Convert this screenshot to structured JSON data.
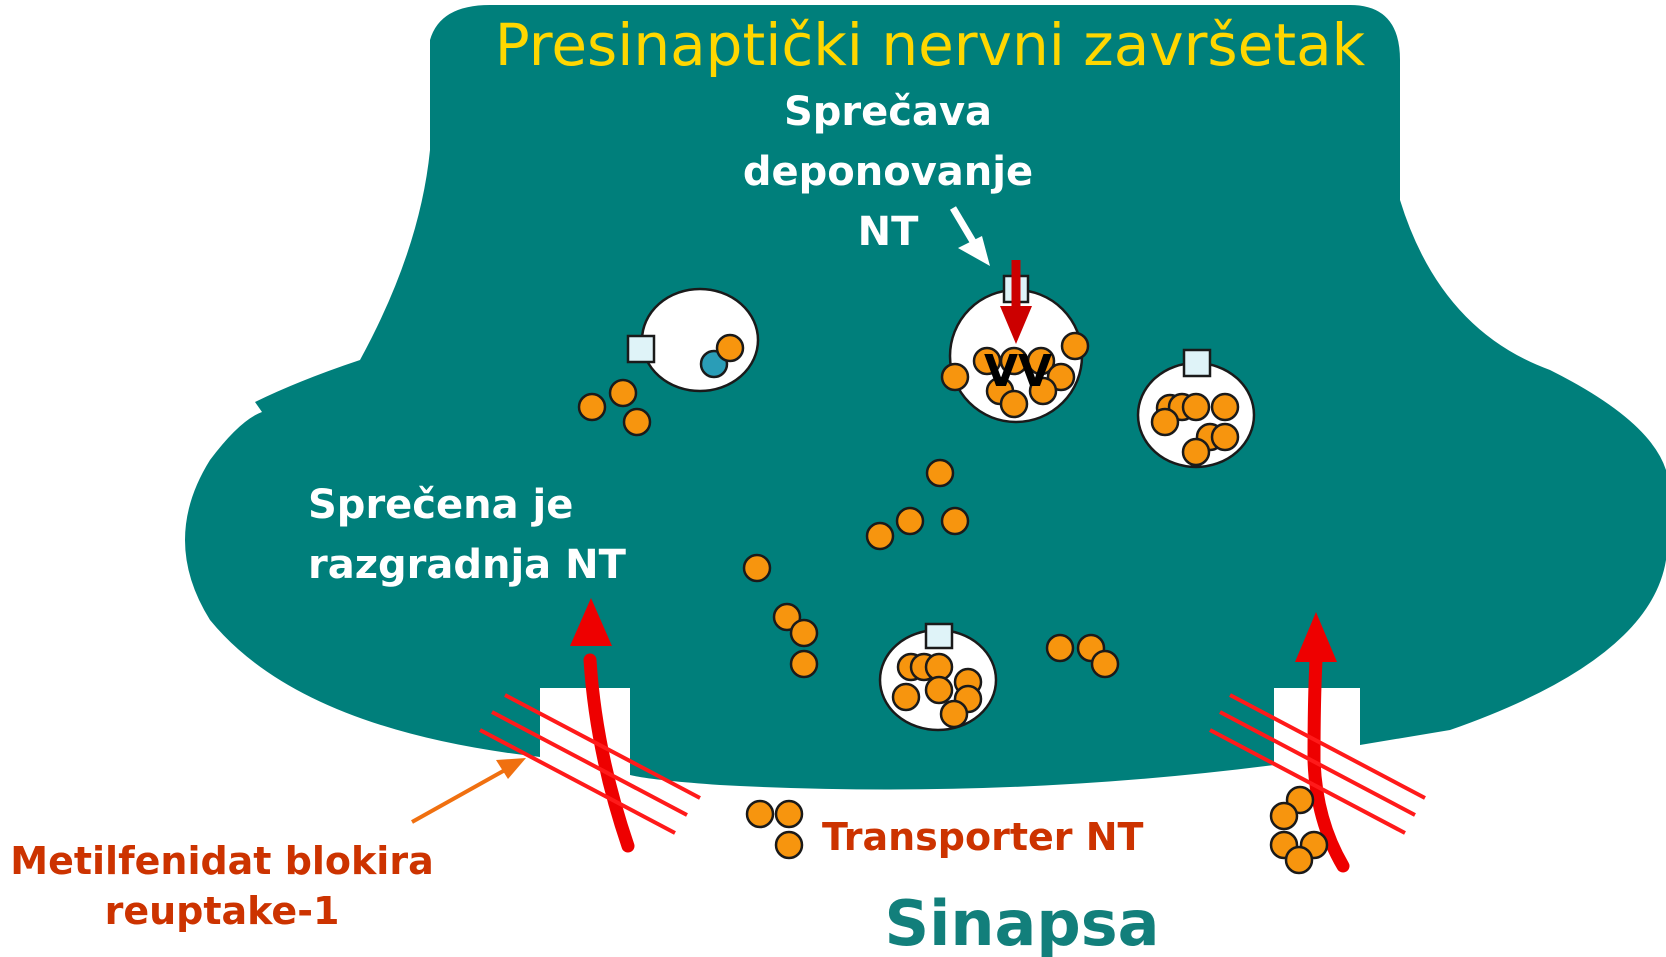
{
  "title": "Presinaptički nervni završetak",
  "label_store": [
    "Sprečava",
    "deponovanje",
    "NT"
  ],
  "label_degrade": [
    "Sprečena je",
    "razgradnja NT"
  ],
  "label_transporter": "Transporter NT",
  "label_synapse": "Sinapsa",
  "label_drug": [
    "Metilfenidat blokira",
    "reuptake-1"
  ],
  "vesicle_marker": "VV",
  "colors": {
    "terminal": "#007f7b",
    "title": "#ffd700",
    "label_white": "#ffffff",
    "label_red": "#cc3300",
    "synapse_text": "#127f7b",
    "neurotransmitter": "#f7950e",
    "block_lines": "#ff1a1a",
    "reuptake_arrow": "#ee0000",
    "drug_arrow": "#f07010",
    "store_arrow": "#cc0000"
  },
  "icons": {
    "neurotransmitter": "orange-circle",
    "vesicle": "white-ellipse",
    "transporter": "white-notch",
    "blocked_reuptake": "red-hatch-lines"
  }
}
